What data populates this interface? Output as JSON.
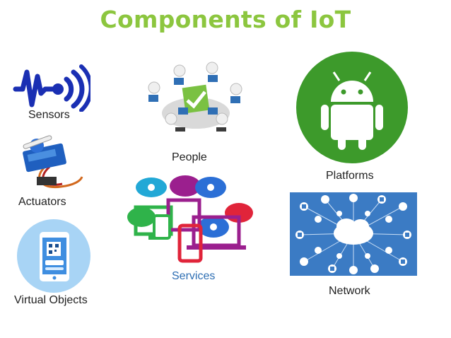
{
  "title": "Components of IoT",
  "components": {
    "sensors": "Sensors",
    "actuators": "Actuators",
    "virtual_objects": "Virtual Objects",
    "people": "People",
    "services": "Services",
    "platforms": "Platforms",
    "network": "Network"
  },
  "colors": {
    "title": "#8cc63f",
    "services_label": "#2d6eb3",
    "android_green": "#3d9a2b",
    "network_bg": "#3b7bc4"
  },
  "icons": [
    "sensor-wave-icon",
    "servo-motor-icon",
    "phone-qr-icon",
    "people-network-icon",
    "cloud-devices-icon",
    "android-icon",
    "network-cloud-icon"
  ]
}
